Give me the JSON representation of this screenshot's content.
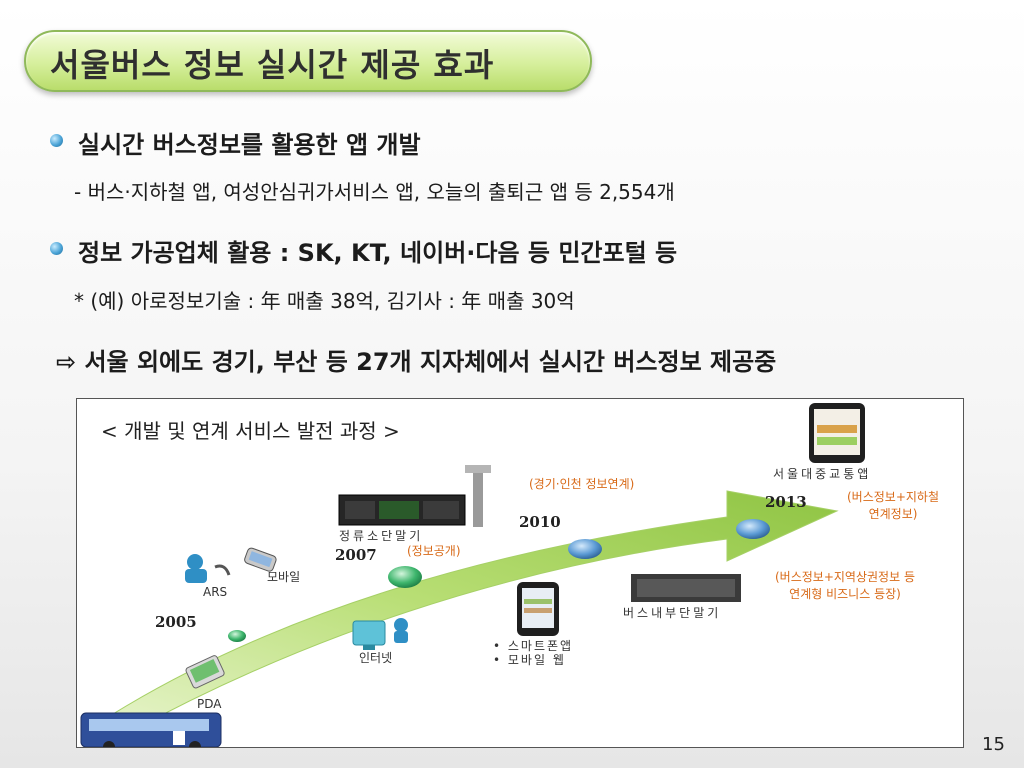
{
  "slide": {
    "title": "서울버스 정보 실시간 제공 효과",
    "page_number": "15"
  },
  "bullets": [
    {
      "heading": "실시간 버스정보를 활용한 앱 개발",
      "detail": "-  버스·지하철 앱, 여성안심귀가서비스 앱, 오늘의 출퇴근 앱 등 2,554개"
    },
    {
      "heading": "정보 가공업체 활용 :  SK, KT, 네이버·다음 등 민간포털 등",
      "detail": "* (예) 아로정보기술 : 年 매출 38억,  김기사 : 年 매출 30억"
    }
  ],
  "conclusion": "⇨ 서울 외에도 경기, 부산 등 27개 지자체에서 실시간 버스정보 제공중",
  "diagram": {
    "title": "< 개발 및 연계 서비스 발전 과정 >",
    "years": {
      "y2005": "2005",
      "y2007": "2007",
      "y2010": "2010",
      "y2013": "2013"
    },
    "items": {
      "ars": "ARS",
      "mobile": "모바일",
      "pda": "PDA",
      "internet": "인터넷",
      "stop_terminal": "정류소단말기",
      "smartphone": "• 스마트폰앱",
      "mobile_web": "• 모바일 웹",
      "bus_terminal": "버스내부단말기",
      "seoul_app": "서울대중교통앱"
    },
    "notes": {
      "info_open": "(정보공개)",
      "gyeonggi": "(경기·인천 정보연계)",
      "subway_1": "(버스정보+지하철",
      "subway_2": "연계정보)",
      "business_1": "(버스정보+지역상권정보 등",
      "business_2": "연계형 비즈니스 등장)"
    }
  },
  "colors": {
    "title_pill": "#c9e58a",
    "arrow_green": "#9fcf4e",
    "note_orange": "#d86a18",
    "node_blue": "#4f8fc9",
    "node_green": "#37b36a"
  }
}
